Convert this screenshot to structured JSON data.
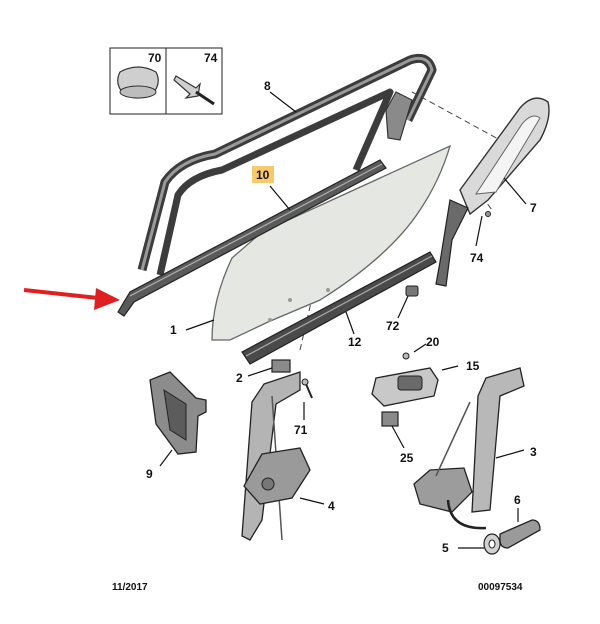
{
  "parts": [
    {
      "id": "p70",
      "label": "70"
    },
    {
      "id": "p74a",
      "label": "74"
    },
    {
      "id": "p8",
      "label": "8"
    },
    {
      "id": "p10",
      "label": "10",
      "highlight": true
    },
    {
      "id": "p7",
      "label": "7"
    },
    {
      "id": "p74b",
      "label": "74"
    },
    {
      "id": "p1",
      "label": "1"
    },
    {
      "id": "p72",
      "label": "72"
    },
    {
      "id": "p12",
      "label": "12"
    },
    {
      "id": "p20",
      "label": "20"
    },
    {
      "id": "p15",
      "label": "15"
    },
    {
      "id": "p2",
      "label": "2"
    },
    {
      "id": "p71",
      "label": "71"
    },
    {
      "id": "p9",
      "label": "9"
    },
    {
      "id": "p25",
      "label": "25"
    },
    {
      "id": "p3",
      "label": "3"
    },
    {
      "id": "p4",
      "label": "4"
    },
    {
      "id": "p6",
      "label": "6"
    },
    {
      "id": "p5",
      "label": "5"
    }
  ],
  "footer": {
    "date": "11/2017",
    "reference": "00097534"
  },
  "colors": {
    "highlight": "#f7c96a",
    "arrow": "#e02020",
    "glass": "#e4e7e2",
    "seal": "#4a4a4a"
  }
}
